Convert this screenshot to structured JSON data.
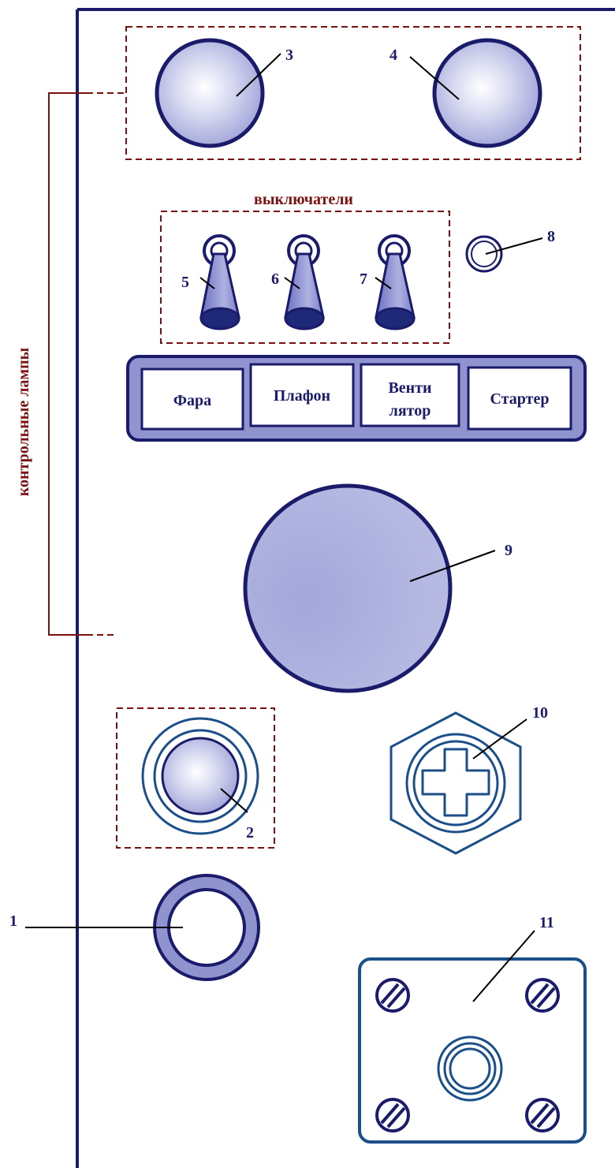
{
  "labels": {
    "control_lamps": "контрольные лампы",
    "switches": "выключатели"
  },
  "buttons": [
    {
      "line1": "Фара",
      "line2": ""
    },
    {
      "line1": "Плафон",
      "line2": ""
    },
    {
      "line1": "Венти",
      "line2": "лятор"
    },
    {
      "line1": "Стартер",
      "line2": ""
    }
  ],
  "callouts": {
    "c1": "1",
    "c2": "2",
    "c3": "3",
    "c4": "4",
    "c5": "5",
    "c6": "6",
    "c7": "7",
    "c8": "8",
    "c9": "9",
    "c10": "10",
    "c11": "11"
  },
  "colors": {
    "navy": "#1b1b6b",
    "fill_light": "#b7bbe3",
    "fill_mid": "#8f94cf",
    "wire": "#7a1010"
  }
}
